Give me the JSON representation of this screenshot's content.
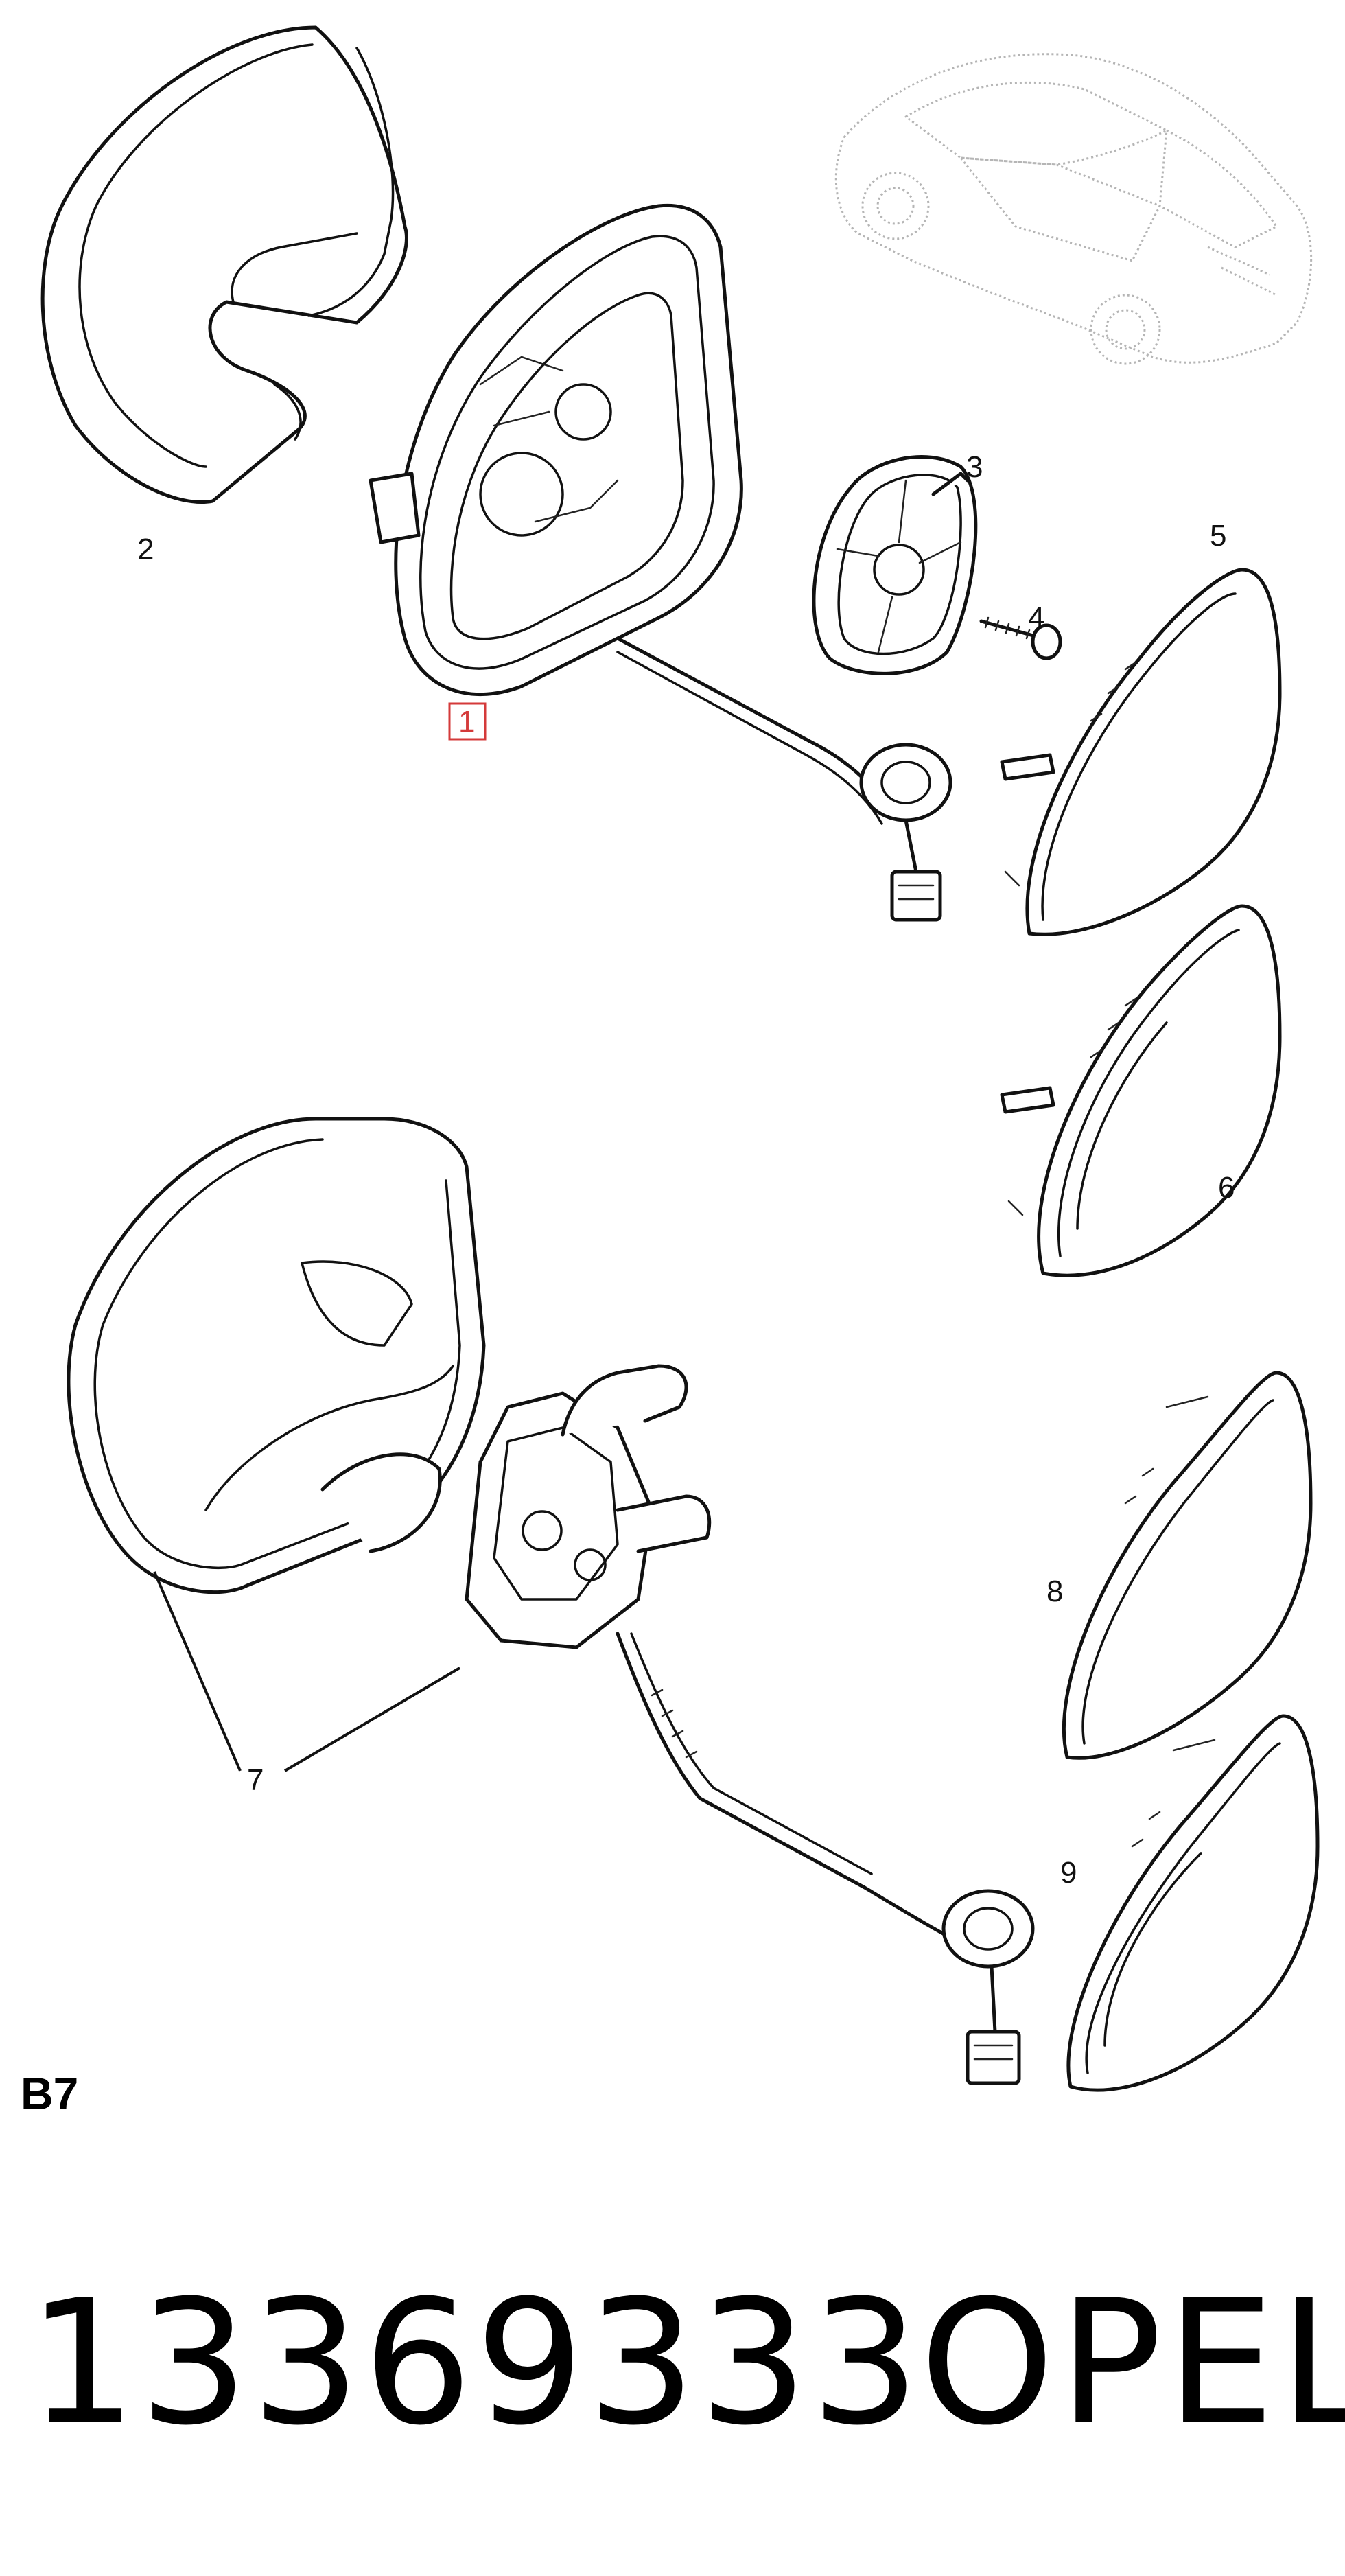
{
  "diagram": {
    "callouts": [
      {
        "id": "1",
        "text": "1",
        "boxed": true
      },
      {
        "id": "2",
        "text": "2"
      },
      {
        "id": "3",
        "text": "3"
      },
      {
        "id": "4",
        "text": "4"
      },
      {
        "id": "5",
        "text": "5"
      },
      {
        "id": "6",
        "text": "6"
      },
      {
        "id": "7",
        "text": "7"
      },
      {
        "id": "8",
        "text": "8"
      },
      {
        "id": "9",
        "text": "9"
      }
    ],
    "section_label": "B7"
  },
  "footer": {
    "part_number": "13369333",
    "brand": "OPEL"
  },
  "colors": {
    "line": "#111111",
    "car_outline": "#b5b5b5",
    "callout_box": "#d43a3a",
    "background": "#ffffff"
  }
}
